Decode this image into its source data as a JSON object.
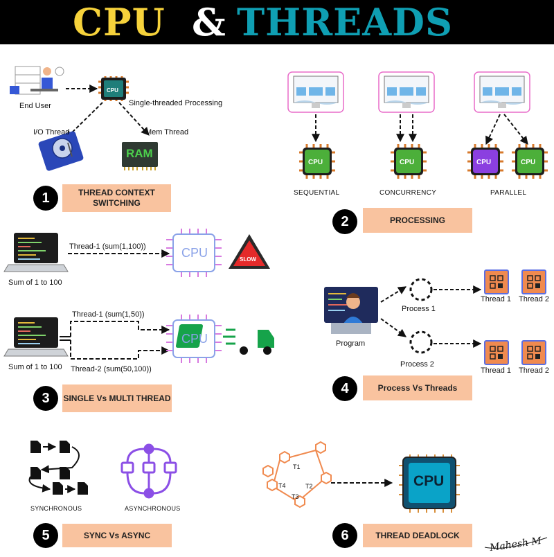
{
  "title": {
    "part1": "CPU",
    "amp": "&",
    "part2": "THREADS"
  },
  "section1": {
    "number": "1",
    "label": "THREAD CONTEXT SWITCHING",
    "end_user": "End User",
    "single_threaded": "Single-threaded Processing",
    "io_thread": "I/O Thread",
    "mem_thread": "Mem Thread",
    "ram": "RAM",
    "cpu": "CPU"
  },
  "section2": {
    "number": "2",
    "label": "PROCESSING",
    "cpu": "CPU",
    "sequential": "SEQUENTIAL",
    "concurrency": "CONCURRENCY",
    "parallel": "PARALLEL"
  },
  "section3": {
    "number": "3",
    "label": "SINGLE Vs MULTI THREAD",
    "single_thread": "Thread-1 (sum(1,100))",
    "sum_top": "Sum of 1 to 100",
    "multi_thread1": "Thread-1 (sum(1,50))",
    "multi_thread2": "Thread-2 (sum(50,100))",
    "sum_bottom": "Sum of 1 to 100",
    "cpu": "CPU",
    "slow": "SLOW",
    "fast": "FAST"
  },
  "section4": {
    "number": "4",
    "label": "Process Vs Threads",
    "program": "Program",
    "process1": "Process 1",
    "process2": "Process 2",
    "thread1": "Thread 1",
    "thread2": "Thread 2"
  },
  "section5": {
    "number": "5",
    "label": "SYNC Vs ASYNC",
    "synchronous": "SYNCHRONOUS",
    "asynchronous": "ASYNCHRONOUS"
  },
  "section6": {
    "number": "6",
    "label": "THREAD DEADLOCK",
    "t1": "T1",
    "t2": "T2",
    "t3": "T3",
    "t4": "T4",
    "cpu": "CPU"
  },
  "signature": "Mahesh M",
  "colors": {
    "pill": "#f9c39f",
    "title_yellow": "#f6d23b",
    "title_teal": "#0f9fb3",
    "cpu_green": "#4caf3a",
    "cpu_purple": "#8b3fe0"
  }
}
